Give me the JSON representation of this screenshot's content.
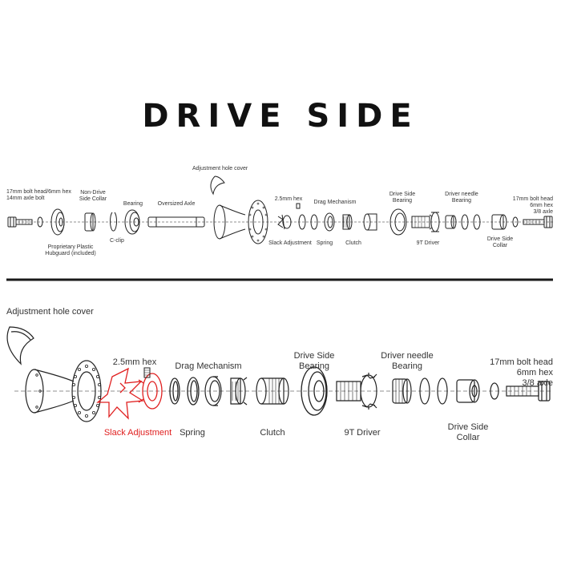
{
  "title": "DRIVE SIDE",
  "colors": {
    "line": "#222222",
    "highlight": "#e02020",
    "divider": "#1a1a1a"
  },
  "top_labels": {
    "bolt": "17mm bolt head/6mm hex\n14mm axle bolt",
    "ndcollar": "Non-Drive\nSide Collar",
    "bearing": "Bearing",
    "axle": "Oversized Axle",
    "hubguard": "Proprietary Plastic\nHubguard (included)",
    "cclip": "C-clip",
    "holecover": "Adjustment hole cover",
    "hex": "2.5mm hex",
    "drag": "Drag Mechanism",
    "slack": "Slack Adjustment",
    "spring": "Spring",
    "clutch": "Clutch",
    "dsbearing": "Drive Side\nBearing",
    "needle": "Driver needle\nBearing",
    "driver": "9T Driver",
    "dscollar": "Drive Side\nCollar",
    "rbolt": "17mm bolt head\n6mm hex\n3/8 axle"
  },
  "bottom_labels": {
    "holecover": "Adjustment hole cover",
    "hex": "2.5mm hex",
    "drag": "Drag Mechanism",
    "dsbearing": "Drive Side\nBearing",
    "needle": "Driver needle\nBearing",
    "rbolt": "17mm bolt head\n6mm hex\n3/8 axle",
    "slack": "Slack Adjustment",
    "spring": "Spring",
    "clutch": "Clutch",
    "driver": "9T Driver",
    "dscollar": "Drive Side\nCollar"
  }
}
